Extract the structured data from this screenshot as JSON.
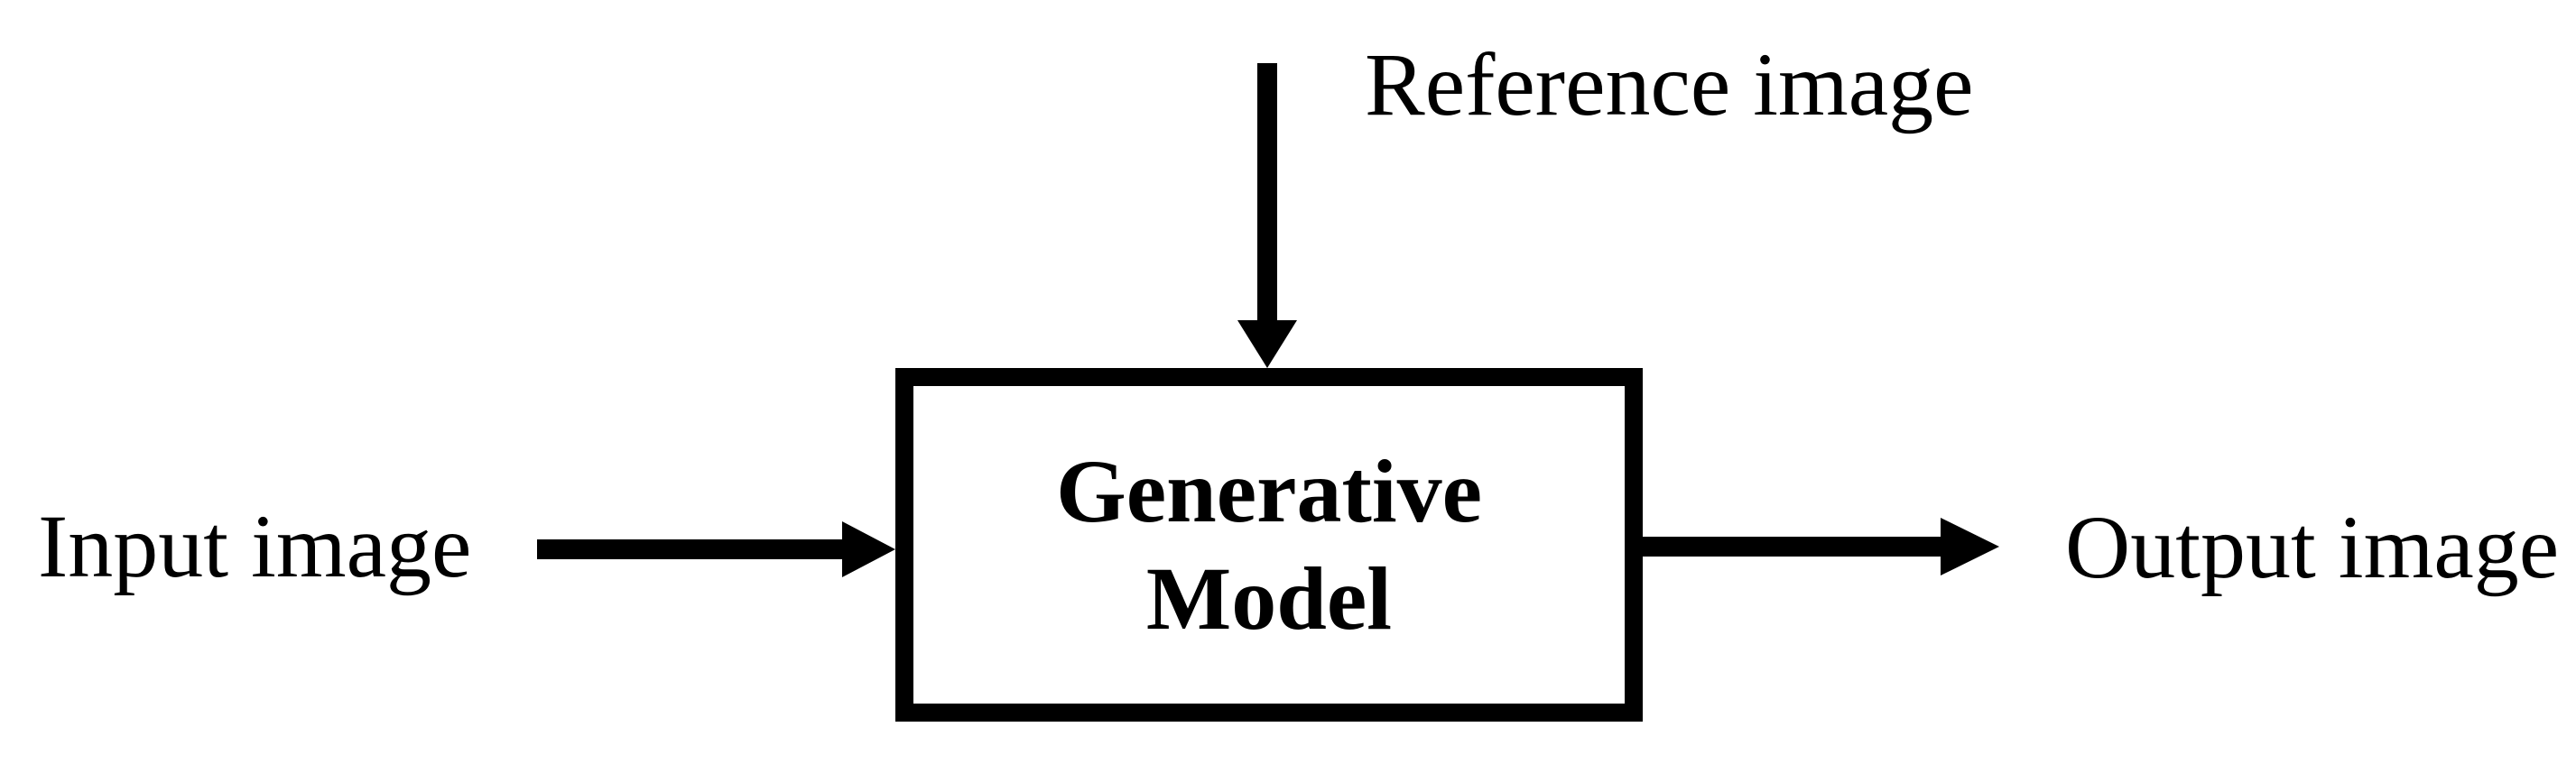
{
  "diagram": {
    "type": "block-diagram",
    "node": {
      "label": "Generative Model",
      "label_lines": [
        "Generative",
        "Model"
      ]
    },
    "inputs": [
      {
        "label": "Input image",
        "direction": "left"
      },
      {
        "label": "Reference image",
        "direction": "top"
      }
    ],
    "output": {
      "label": "Output image",
      "direction": "right"
    },
    "colors": {
      "ink": "#000000",
      "background": "#ffffff"
    }
  }
}
